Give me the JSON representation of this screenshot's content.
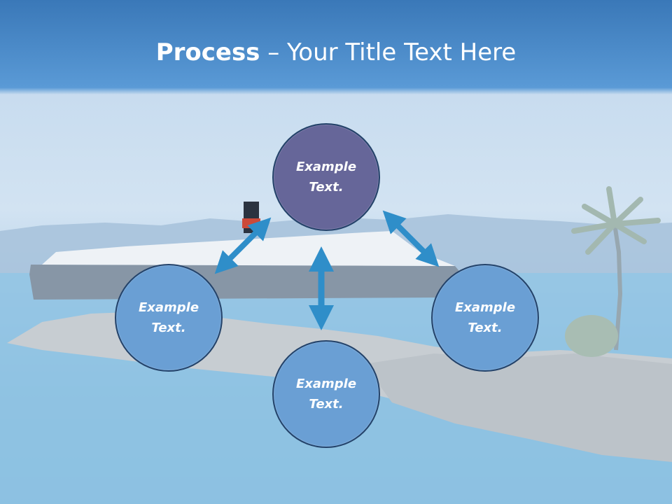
{
  "title": {
    "bold": "Process",
    "rest": " – Your Title Text Here"
  },
  "nodes": {
    "top": "Example Text.",
    "left": "Example Text.",
    "right": "Example Text.",
    "bottom": "Example Text."
  },
  "colors": {
    "accent_node": "#666699",
    "node": "#6a9fd4",
    "arrow": "#2f8ec9",
    "header": "#3a78b8"
  }
}
